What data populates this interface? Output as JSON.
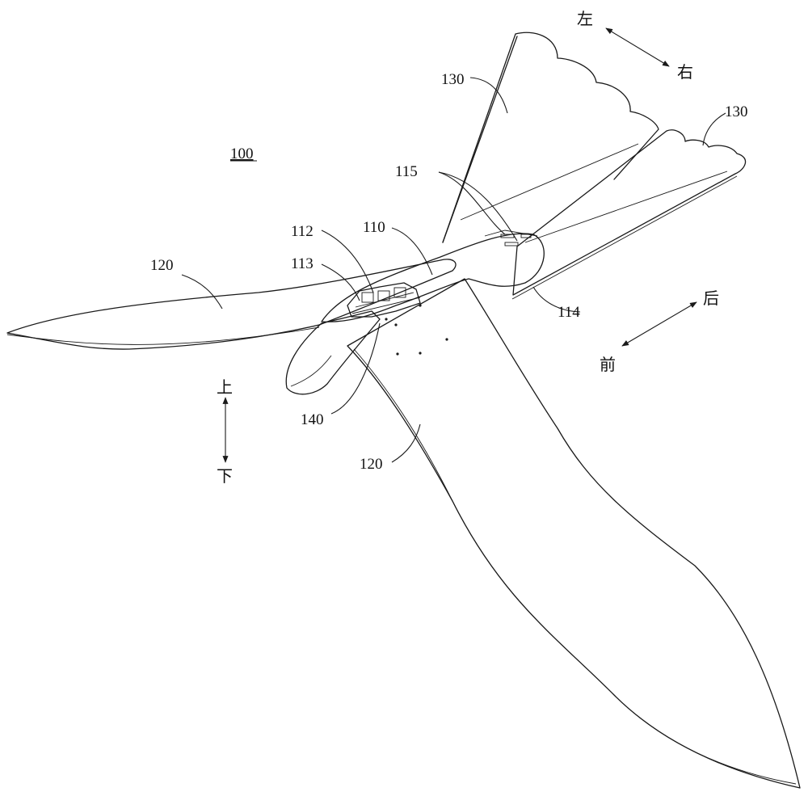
{
  "figure": {
    "assembly_ref": "100",
    "parts": [
      {
        "key": "body",
        "label": "110"
      },
      {
        "key": "joint_a",
        "label": "112"
      },
      {
        "key": "joint_b",
        "label": "113"
      },
      {
        "key": "tail_hinge",
        "label": "114"
      },
      {
        "key": "tail_slots",
        "label": "115"
      },
      {
        "key": "wing_left",
        "label": "120"
      },
      {
        "key": "wing_right",
        "label": "120"
      },
      {
        "key": "tail_fin_upper",
        "label": "130"
      },
      {
        "key": "tail_fin_right",
        "label": "130"
      },
      {
        "key": "drive_module",
        "label": "140"
      }
    ],
    "directions": {
      "left": "左",
      "right": "右",
      "front": "前",
      "back": "后",
      "up": "上",
      "down": "下"
    }
  }
}
